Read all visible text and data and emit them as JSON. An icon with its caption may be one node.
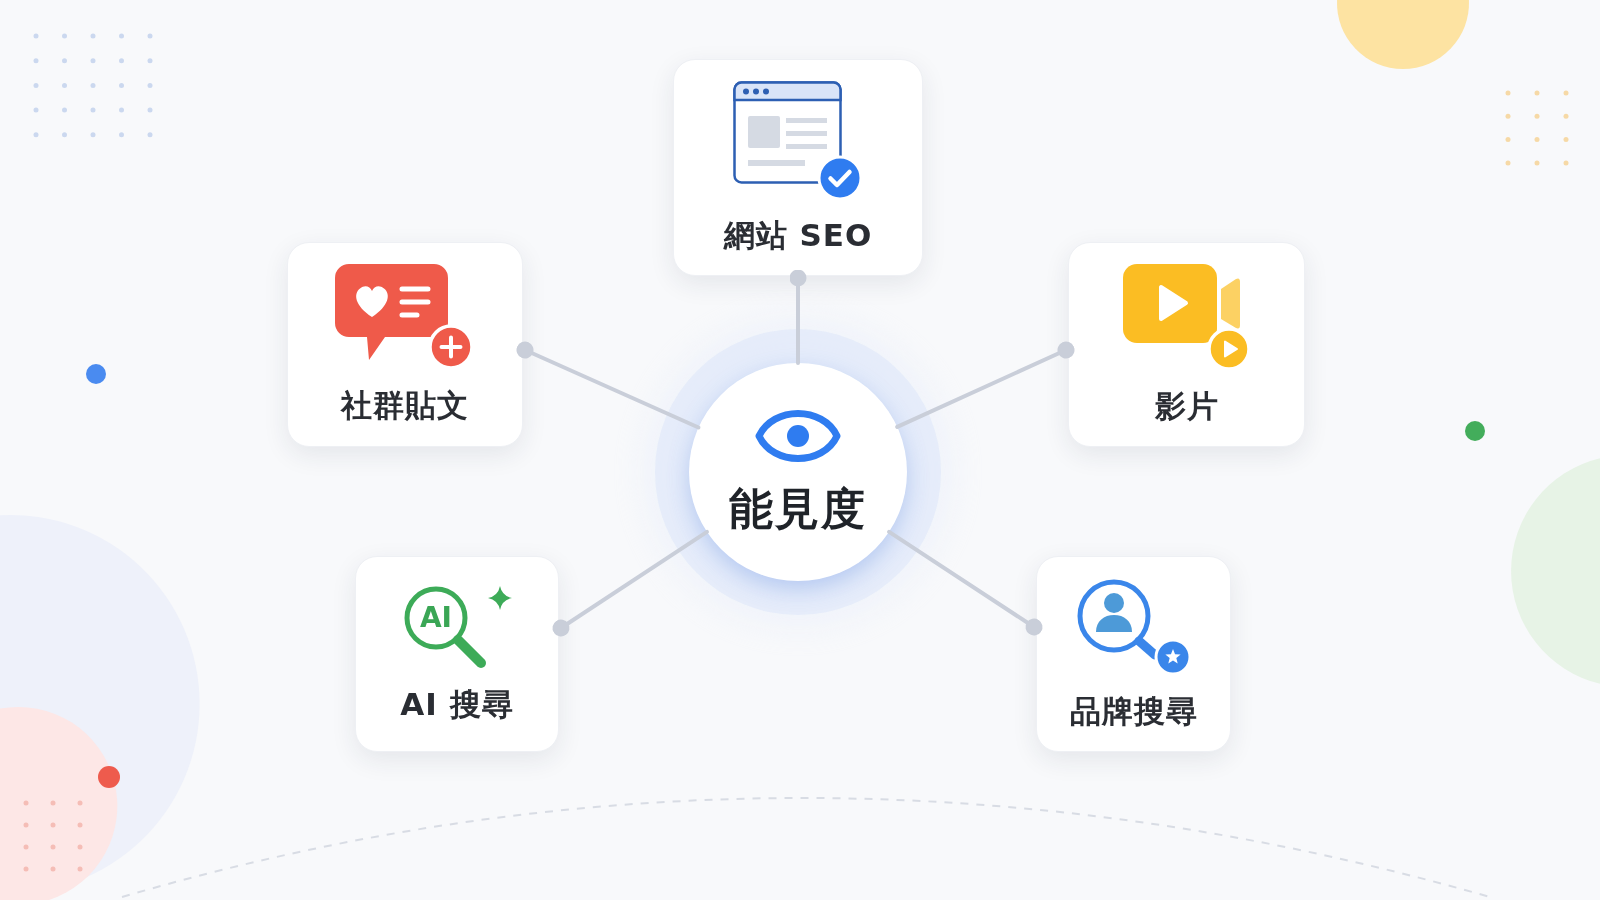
{
  "diagram": {
    "nodes": [
      {
        "text": [
          "能見度"
        ]
      },
      {
        "text": [
          "網站 SEO"
        ]
      },
      {
        "text": [
          "社群貼文"
        ]
      },
      {
        "text": [
          "影片"
        ]
      },
      {
        "text": [
          "AI",
          "AI 搜尋"
        ]
      },
      {
        "text": [
          "品牌搜尋"
        ]
      }
    ],
    "edges": [
      {
        "from": 0,
        "to": 1,
        "arrow": "other"
      },
      {
        "from": 0,
        "to": 2,
        "arrow": "other"
      },
      {
        "from": 0,
        "to": 3,
        "arrow": "other"
      },
      {
        "from": 0,
        "to": 4,
        "arrow": "other"
      },
      {
        "from": 0,
        "to": 5,
        "arrow": "other"
      }
    ]
  }
}
